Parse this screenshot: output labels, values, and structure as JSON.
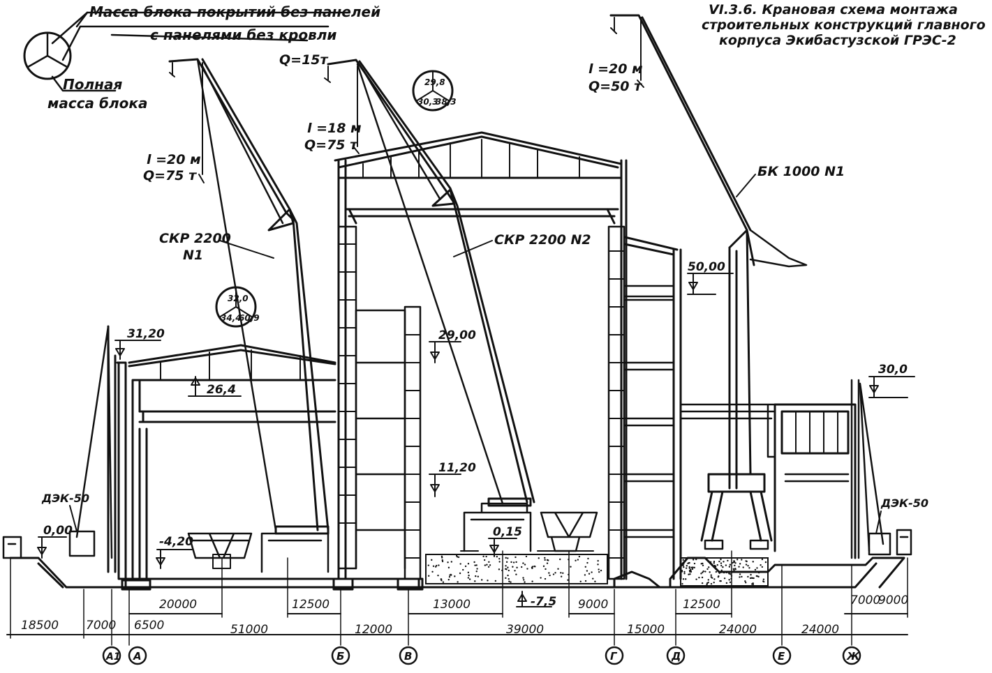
{
  "title": {
    "line1": "VI.3.6.  Крановая схема монтажа",
    "line2": "строительных конструкций главного",
    "line3": "корпуса Экибастузской ГРЭС-2"
  },
  "legend": {
    "mass_no_panels": "Масса блока покрытий без панелей",
    "mass_with_panels": "с панелями без кровли",
    "full_mass_1": "Полная",
    "full_mass_2": "масса блока"
  },
  "cranes": {
    "skr1_name": "СКР 2200",
    "skr1_num": "N1",
    "skr1_l1": "l =20 м",
    "skr1_q1": "Q=75 т",
    "skr2_name": "СКР 2200 N2",
    "skr2_q_top": "Q=15т",
    "skr2_l": "l =18 м",
    "skr2_q": "Q=75 т",
    "bk_name": "БК 1000 N1",
    "bk_l": "l =20 м",
    "bk_q": "Q=50 т",
    "dek_left": "ДЭК-50",
    "dek_right": "ДЭК-50"
  },
  "block_masses": {
    "left": [
      "32,0",
      "34,4",
      "60,9"
    ],
    "right": [
      "29,8",
      "30,3",
      "38,3"
    ]
  },
  "elevations": {
    "e3120": "31,20",
    "e264": "26,4",
    "e2900": "29,00",
    "e1120": "11,20",
    "e015": "0,15",
    "e000": "0,00",
    "e420": "-4,20",
    "e75": "-7,5",
    "e5000": "50,00",
    "e300": "30,0"
  },
  "dimensions": {
    "d20000": "20000",
    "d12500a": "12500",
    "d13000": "13000",
    "d9000a": "9000",
    "d12500b": "12500",
    "d7000a": "7000",
    "d9000b": "9000",
    "d18500": "18500",
    "d7000b": "7000",
    "d6500": "6500",
    "d51000": "51000",
    "d12000": "12000",
    "d39000": "39000",
    "d15000": "15000",
    "d24000a": "24000",
    "d24000b": "24000"
  },
  "axes": [
    "А1",
    "А",
    "Б",
    "В",
    "Г",
    "Д",
    "Е",
    "Ж"
  ]
}
